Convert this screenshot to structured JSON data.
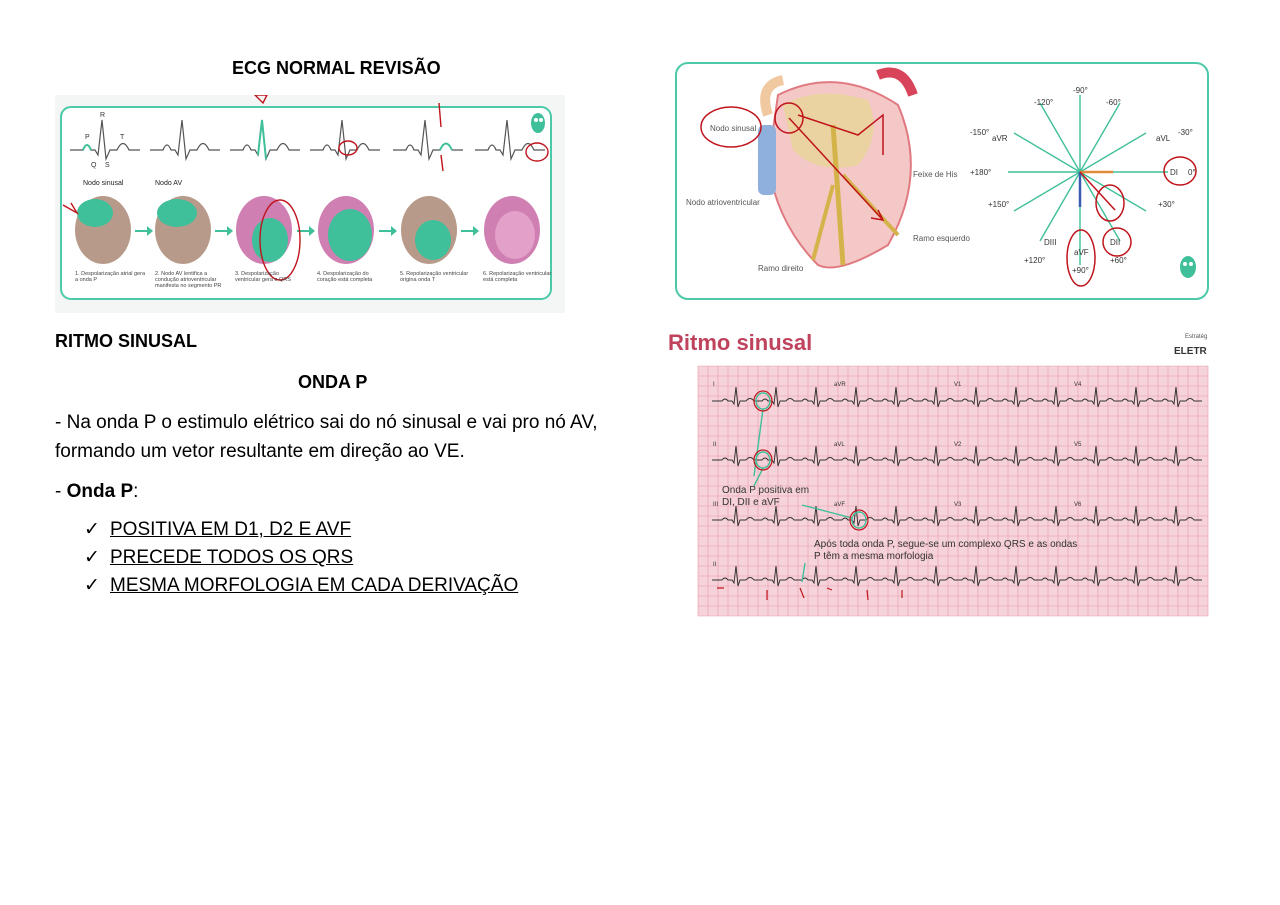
{
  "doc": {
    "title": "ECG NORMAL REVISÃO",
    "section_heading": "RITMO SINUSAL",
    "subheading": "ONDA P",
    "paragraph": "- Na onda P o estimulo elétrico sai do nó sinusal e vai pro nó AV, formando um vetor resultante em direção ao VE.",
    "onda_p_prefix": "- ",
    "onda_p_bold": "Onda P",
    "onda_p_suffix": ":",
    "checklist": [
      "POSITIVA EM D1, D2 E AVF",
      "PRECEDE TODOS OS QRS",
      "MESMA MORFOLOGIA EM CADA DERIVAÇÃO"
    ]
  },
  "figure_conduction": {
    "wave_labels": [
      "P",
      "R",
      "Q",
      "S",
      "T"
    ],
    "top_labels": [
      "Nodo sinusal",
      "Nodo AV"
    ],
    "captions": [
      "1. Despolarização atrial gera a onda P",
      "2. Nodo AV lentifica a condução atrioventricular manifesta no segmento PR",
      "3. Despolarização ventricular gera o QRS",
      "4. Despolarização do coração está completa",
      "5. Repolarização ventricular origina onda T",
      "6. Repolarização ventricular está completa"
    ]
  },
  "figure_axis": {
    "heart_labels": [
      "Nodo sinusal",
      "Feixe de His",
      "Nodo atrioventricular",
      "Ramo esquerdo",
      "Ramo direito"
    ],
    "angles": [
      "-90°",
      "-120°",
      "-60°",
      "-150°",
      "-30°",
      "+180°",
      "0°",
      "+150°",
      "+30°",
      "+120°",
      "+90°",
      "+60°"
    ],
    "leads": [
      "aVR",
      "aVL",
      "DI",
      "DIII",
      "aVF",
      "DII"
    ]
  },
  "figure_ecg": {
    "heading": "Ritmo sinusal",
    "brand": "Estratég",
    "brand2": "ELETR",
    "lead_labels": [
      "I",
      "aVR",
      "V1",
      "V4",
      "II",
      "aVL",
      "V2",
      "V5",
      "III",
      "aVF",
      "V3",
      "V6",
      "II"
    ],
    "annotation1": "Onda P positiva em DI, DII e aVF",
    "annotation2": "Após toda onda P, segue-se um complexo QRS e as ondas P têm a mesma morfologia"
  },
  "colors": {
    "teal": "#3fbf9a",
    "teal_border": "#4cc9a8",
    "pink": "#d07fb2",
    "ink_red": "#c0141c",
    "ecg_bg": "#f6d3da",
    "ecg_grid": "#e79aa8",
    "ritmo_title": "#c0435e"
  },
  "icons": [
    "checkmark-icon",
    "owl-logo-icon",
    "arrow-right-icon"
  ]
}
